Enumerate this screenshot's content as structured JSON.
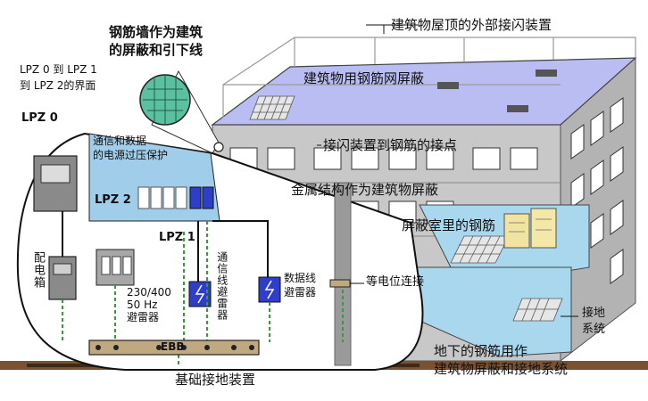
{
  "labels": {
    "roof_lightning": "建筑物屋顶的外部接闪装置",
    "rebar_wall_line1": "钢筋墙作为建筑",
    "rebar_wall_line2": "的屏蔽和引下线",
    "lpz_interface_line1": "LPZ 0 到 LPZ 1",
    "lpz_interface_line2": "到 LPZ 2的界面",
    "lpz0": "LPZ 0",
    "comm_protect_line1": "通信和数据",
    "comm_protect_line2": "的电源过压保护",
    "rebar_mesh_shield": "建筑物用钢筋网屏蔽",
    "lightning_to_rebar": "接闪装置到钢筋的接点",
    "metal_structure_shield": "金属结构作为建筑物屏蔽",
    "lpz2": "LPZ 2",
    "lpz1": "LPZ 1",
    "shield_room_rebar": "屏蔽室里的钢筋",
    "distribution_box": "配电箱",
    "power_arrester_line1": "230/400",
    "power_arrester_line2": "50 Hz",
    "power_arrester_line3": "避雷器",
    "comm_arrester": "通信线避雷器",
    "data_arrester_line1": "数据线",
    "data_arrester_line2": "避雷器",
    "equipotential": "等电位连接",
    "grounding_system_line1": "接地",
    "grounding_system_line2": "系统",
    "ebb": "EBB",
    "underground_line1": "地下的钢筋用作",
    "underground_line2": "建筑物屏蔽和接地系统",
    "foundation_grounding": "基础接地装置"
  },
  "colors": {
    "roof": "#b9bdf2",
    "wall": "#c8c8c8",
    "shield_room": "#a9d8ee",
    "lpz2_box": "#9fcdea",
    "arrester": "#2e3ec8",
    "ground": "#5a3a1e",
    "wire_green": "#3c9a3c"
  }
}
